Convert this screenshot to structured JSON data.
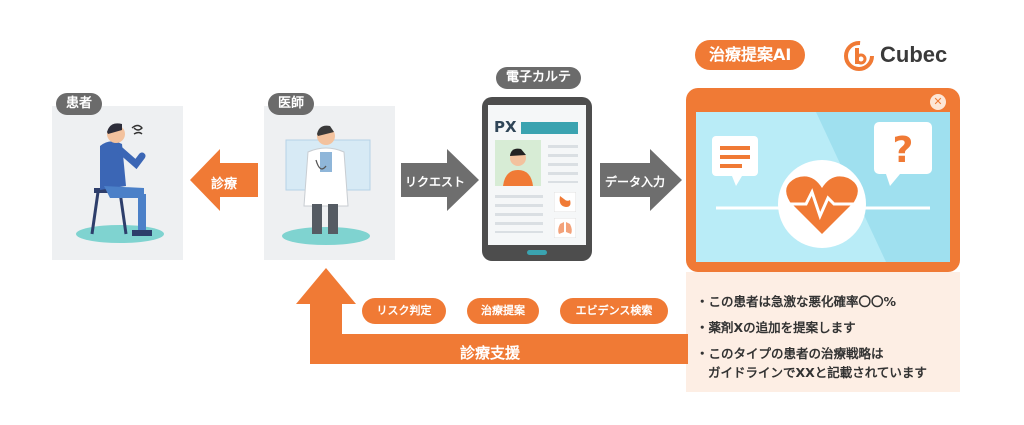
{
  "patient": {
    "label": "患者"
  },
  "doctor": {
    "label": "医師"
  },
  "emr": {
    "label": "電子カルテ",
    "header": "PX"
  },
  "arrows": {
    "diagnosis": "診療",
    "request": "リクエスト",
    "data_input": "データ入力"
  },
  "ai": {
    "title": "治療提案AI",
    "brand": "Cubec"
  },
  "support": {
    "pills": [
      "リスク判定",
      "治療提案",
      "エビデンス検索"
    ],
    "label": "診療支援"
  },
  "bullets": [
    "この患者は急激な悪化確率〇〇%",
    "薬剤Xの追加を提案します",
    "このタイプの患者の治療戦略は",
    "ガイドラインでXXと記載されています"
  ],
  "colors": {
    "orange": "#f07a35",
    "dark_gray": "#6b6b6b",
    "arrow_gray": "#6e6e6e",
    "light_blue": "#b9ecf7"
  }
}
